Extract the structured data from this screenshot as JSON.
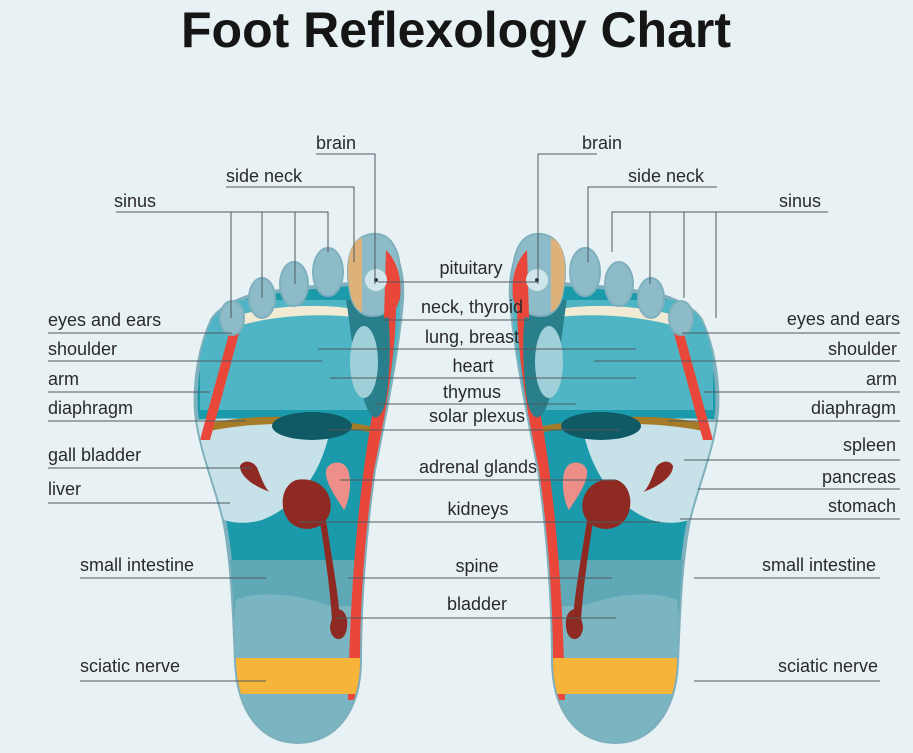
{
  "title": "Foot Reflexology Chart",
  "labels": {
    "brain": "brain",
    "side_neck": "side neck",
    "sinus": "sinus",
    "pituitary": "pituitary",
    "neck_thyroid": "neck, thyroid",
    "lung_breast": "lung, breast",
    "heart": "heart",
    "thymus": "thymus",
    "solar_plexus": "solar plexus",
    "adrenal_glands": "adrenal glands",
    "kidneys": "kidneys",
    "spine": "spine",
    "bladder": "bladder",
    "eyes_and_ears": "eyes and ears",
    "shoulder": "shoulder",
    "arm": "arm",
    "diaphragm": "diaphragm",
    "gall_bladder": "gall bladder",
    "liver": "liver",
    "small_intestine": "small intestine",
    "sciatic_nerve": "sciatic nerve",
    "spleen": "spleen",
    "pancreas": "pancreas",
    "stomach": "stomach"
  },
  "colors": {
    "background": "#e8f1f3",
    "foot_outline": "#7fb0bd",
    "sole": "#1a9aaa",
    "lung_zone": "#4fb5c4",
    "toe": "#8dbcc8",
    "brain_zone": "#dcb27a",
    "spine_line": "#e8473a",
    "kidney": "#8e2a22",
    "adrenal": "#ee8e88",
    "sciatic_band": "#f7b43a",
    "shoulder_band": "#f1ead5",
    "diaphragm_band": "#a77c28",
    "solar_plexus": "#105a66",
    "liver_zone": "#c6e2e8",
    "spleen_zone": "#13606b"
  }
}
